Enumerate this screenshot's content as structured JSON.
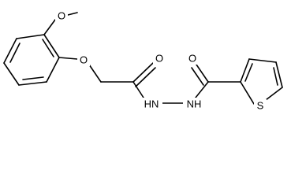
{
  "molecule": {
    "atoms": {
      "o_methoxy": "O",
      "o_ether": "O",
      "o_carbonyl_left": "O",
      "nh_left": "HN",
      "nh_right": "NH",
      "o_carbonyl_right": "O",
      "s_thiophene": "S"
    }
  }
}
